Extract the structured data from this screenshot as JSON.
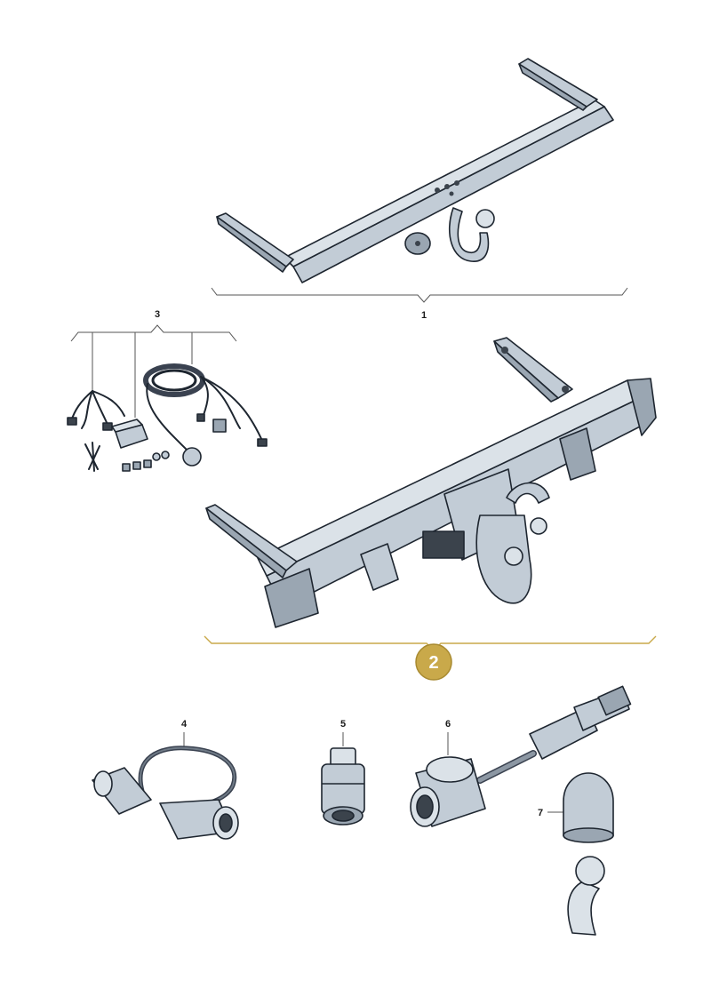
{
  "callouts": {
    "c1": "1",
    "c2": "2",
    "c3": "3",
    "c4": "4",
    "c5": "5",
    "c6": "6",
    "c7": "7"
  },
  "colors": {
    "highlight_fill": "#c9a94a",
    "highlight_stroke": "#a88a30",
    "metal": "#c2ccd6",
    "outline": "#1e2630"
  }
}
